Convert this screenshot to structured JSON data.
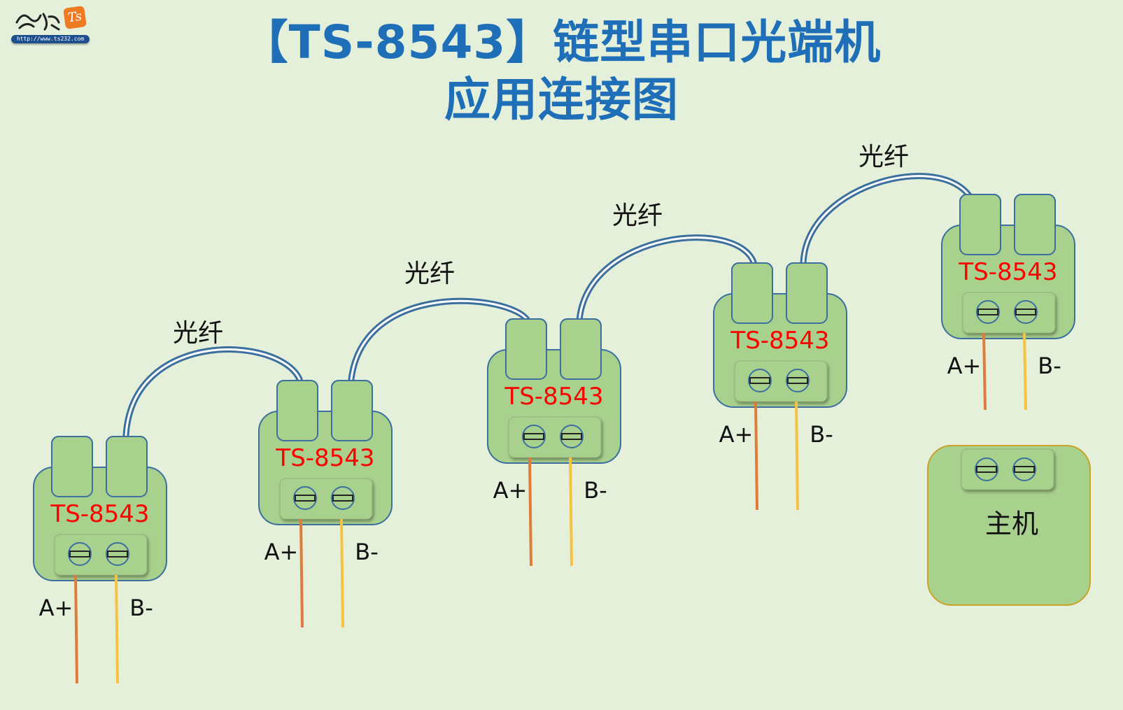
{
  "logo": {
    "badge_text": "Ts",
    "url_text": "http://www.ts232.com"
  },
  "title": {
    "line1": "【TS-8543】链型串口光端机",
    "line2": "应用连接图"
  },
  "colors": {
    "background": "#e4f0da",
    "title": "#1f6fb8",
    "device_fill": "#a9d18e",
    "device_stroke": "#3b6f9e",
    "host_stroke": "#c9a227",
    "model_text": "#ff0000",
    "wire_a": "#e07b39",
    "wire_b": "#f5c242",
    "fiber": "#3b6f9e"
  },
  "devices": [
    {
      "model": "TS-8543",
      "pin_a": "A+",
      "pin_b": "B-"
    },
    {
      "model": "TS-8543",
      "pin_a": "A+",
      "pin_b": "B-"
    },
    {
      "model": "TS-8543",
      "pin_a": "A+",
      "pin_b": "B-"
    },
    {
      "model": "TS-8543",
      "pin_a": "A+",
      "pin_b": "B-"
    },
    {
      "model": "TS-8543",
      "pin_a": "A+",
      "pin_b": "B-"
    }
  ],
  "fiber_labels": [
    "光纤",
    "光纤",
    "光纤",
    "光纤"
  ],
  "host": {
    "label": "主机"
  }
}
